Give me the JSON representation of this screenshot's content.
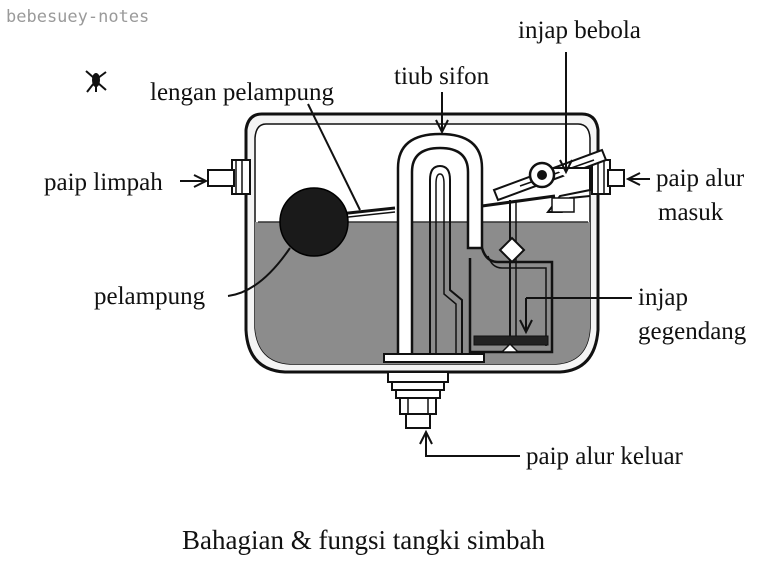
{
  "watermark": "bebesuey-notes",
  "labels": {
    "injap_bebola": "injap bebola",
    "tiub_sifon": "tiub sifon",
    "lengan_pelampung": "lengan pelampung",
    "paip_limpah": "paip limpah",
    "paip_alur_masuk_1": "paip alur",
    "paip_alur_masuk_2": "masuk",
    "pelampung": "pelampung",
    "injap_gegendang_1": "injap",
    "injap_gegendang_2": "gegendang",
    "paip_alur_keluar": "paip alur keluar"
  },
  "caption": "Bahagian & fungsi tangki simbah",
  "colors": {
    "water": "#8c8c8c",
    "ink": "#111111",
    "float": "#1a1a1a",
    "watermark": "#9a9a9a"
  },
  "icons": [
    "mosquito-icon"
  ]
}
